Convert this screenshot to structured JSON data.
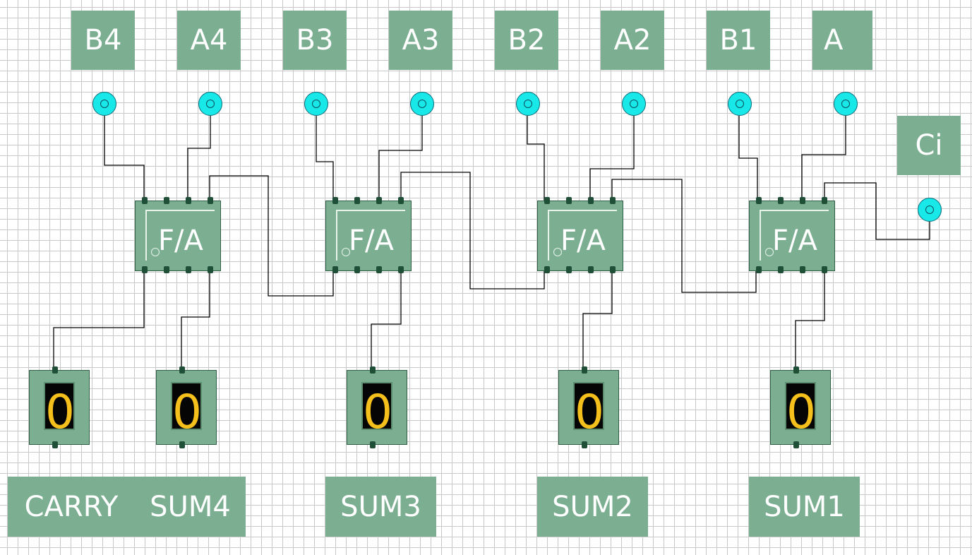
{
  "input_labels": {
    "b4": "B4",
    "a4": "A4",
    "b3": "B3",
    "a3": "A3",
    "b2": "B2",
    "a2": "A2",
    "b1": "B1",
    "a1": "A",
    "ci": "Ci"
  },
  "adders": {
    "fa4": "F/A",
    "fa3": "F/A",
    "fa2": "F/A",
    "fa1": "F/A"
  },
  "displays": {
    "carry": "0",
    "sum4": "0",
    "sum3": "0",
    "sum2": "0",
    "sum1": "0"
  },
  "output_labels": {
    "carry": "CARRY",
    "sum4": "SUM4",
    "sum3": "SUM3",
    "sum2": "SUM2",
    "sum1": "SUM1"
  },
  "colors": {
    "block": "#7caf92",
    "input_pin": "#19e8e8",
    "digit": "#f6c01c",
    "wire": "#000000"
  },
  "icons": {
    "input_pin": "input-pin-icon",
    "full_adder": "full-adder-chip",
    "display": "seven-segment-display"
  }
}
